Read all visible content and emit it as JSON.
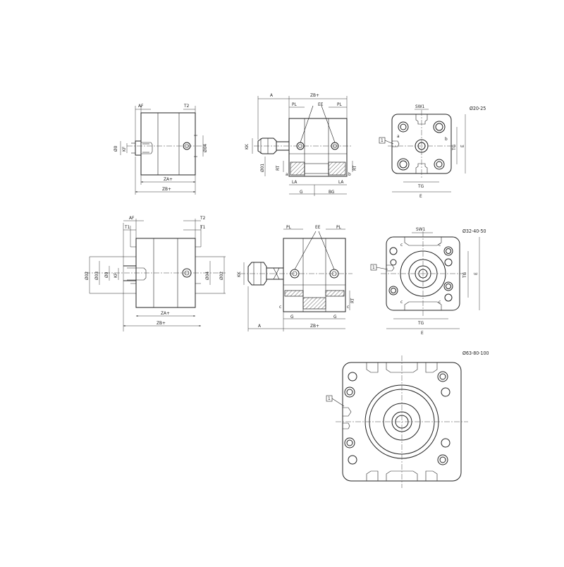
{
  "labels": {
    "AF": "AF",
    "T1": "T1",
    "T2": "T2",
    "ZA": "ZA+",
    "ZB": "ZB+",
    "A": "A",
    "PL": "PL",
    "EE": "EE",
    "KK": "KK",
    "D1": "Ø01",
    "D2": "Ø02",
    "D3": "Ø03",
    "D4": "Ø04",
    "D": "Ø0",
    "KF": "KF",
    "RT": "RT",
    "LA": "LA",
    "G": "G",
    "BG": "BG",
    "a": "a",
    "b": "b",
    "c": "c",
    "SW1": "SW1",
    "TG": "TG",
    "E": "E",
    "callout": "1"
  },
  "titles": {
    "small": "Ø20-25",
    "medium": "Ø32-40-50",
    "large": "Ø63-80-100"
  }
}
